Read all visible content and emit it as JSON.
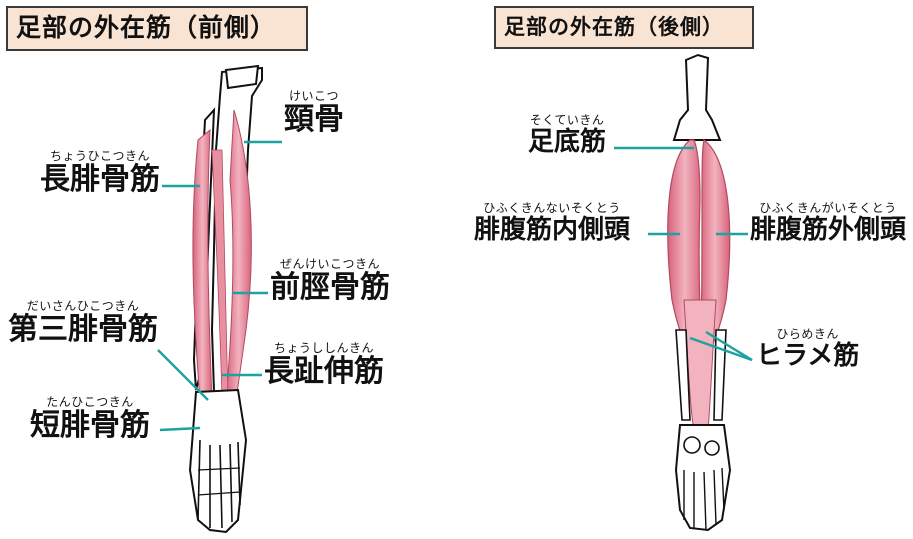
{
  "titles": {
    "front": "足部の外在筋（前側）",
    "back": "足部の外在筋（後側）"
  },
  "front_labels": [
    {
      "key": "keikotsu",
      "ruby": "けいこつ",
      "name": "頸骨"
    },
    {
      "key": "chohikotsukin",
      "ruby": "ちょうひこつきん",
      "name": "長腓骨筋"
    },
    {
      "key": "zenkeikotsukin",
      "ruby": "ぜんけいこつきん",
      "name": "前脛骨筋"
    },
    {
      "key": "daisanhikotsukin",
      "ruby": "だいさんひこつきん",
      "name": "第三腓骨筋"
    },
    {
      "key": "choshishinkin",
      "ruby": "ちょうししんきん",
      "name": "長趾伸筋"
    },
    {
      "key": "tanhikotsukin",
      "ruby": "たんひこつきん",
      "name": "短腓骨筋"
    }
  ],
  "back_labels": [
    {
      "key": "sokuteikin",
      "ruby": "そくていきん",
      "name": "足底筋"
    },
    {
      "key": "naisokutou",
      "ruby": "ひふくきんないそくとう",
      "name": "腓腹筋内側頭"
    },
    {
      "key": "gaisokutou",
      "ruby": "ひふくきんがいそくとう",
      "name": "腓腹筋外側頭"
    },
    {
      "key": "hiramekin",
      "ruby": "ひらめきん",
      "name": "ヒラメ筋"
    }
  ],
  "colors": {
    "muscle": "#e88fa0",
    "muscle_dark": "#c95a72",
    "leader_line": "#1aa3a0",
    "title_bg": "#f9e3d3"
  }
}
